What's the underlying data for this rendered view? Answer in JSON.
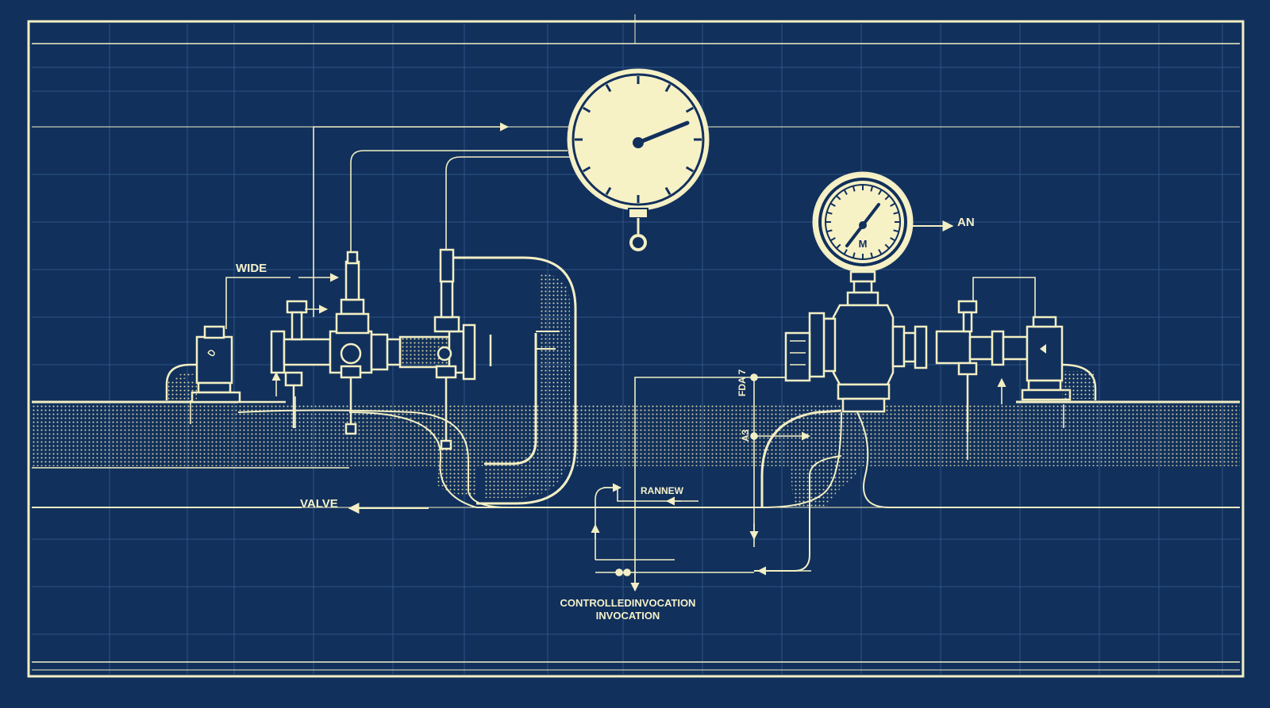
{
  "colors": {
    "background": "#11305c",
    "line": "#f3efc4",
    "gauge_face": "#f7f1c6",
    "grid": "#2e5486"
  },
  "labels": {
    "wide": "WIDE",
    "valve": "VALVE",
    "an": "AN",
    "fda7": "FDA 7",
    "a3": "A3",
    "rannew": "RANNEW",
    "controlled": "CONTROLLEDINVOCATION",
    "invocation": "INVOCATION",
    "gauge_letter": "M"
  },
  "icons": [
    "pressure-gauge-icon",
    "valve-icon",
    "solenoid-icon",
    "arrow-icon"
  ]
}
